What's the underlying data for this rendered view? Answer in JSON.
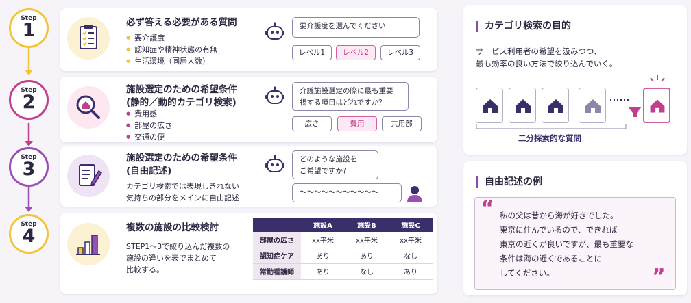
{
  "colors": {
    "step1": "#f3c33b",
    "step2": "#c23e8f",
    "step3": "#9a4fb4",
    "step4": "#f3c33b",
    "accent_pink": "#d45fa0",
    "navy": "#3a2f6a"
  },
  "steps": [
    {
      "label": "Step",
      "num": "1",
      "title": "必ず答える必要がある質問",
      "items": [
        "要介護度",
        "認知症や精神状態の有無",
        "生活環境（同居人数）"
      ],
      "question": "要介護度を選んでください",
      "options": [
        "レベル1",
        "レベル2",
        "レベル3"
      ],
      "icon": "clipboard-checklist-icon"
    },
    {
      "label": "Step",
      "num": "2",
      "title_line1": "施設選定のための希望条件",
      "title_line2": "(静的／動的カテゴリ検索)",
      "items": [
        "費用感",
        "部屋の広さ",
        "交通の便"
      ],
      "question_line1": "介護施設選定の際に最も重要",
      "question_line2": "視する項目はどれですか？",
      "options": [
        "広さ",
        "費用",
        "共用部"
      ],
      "icon": "magnifier-house-icon"
    },
    {
      "label": "Step",
      "num": "3",
      "title_line1": "施設選定のための希望条件",
      "title_line2": "(自由記述)",
      "desc_line1": "カテゴリ検索では表現しきれない",
      "desc_line2": "気持ちの部分をメインに自由記述",
      "question_line1": "どのような施設を",
      "question_line2": "ご希望ですか？",
      "answer": "～～～～～～～～～～～",
      "icon": "document-pen-icon"
    },
    {
      "label": "Step",
      "num": "4",
      "title": "複数の施設の比較検討",
      "desc_line1": "STEP1～3で絞り込んだ複数の",
      "desc_line2": "施設の違いを表でまとめて",
      "desc_line3": "比較する。",
      "icon": "bar-chart-icon",
      "table": {
        "headers": [
          "施設A",
          "施設B",
          "施設C"
        ],
        "rows": [
          {
            "label": "部屋の広さ",
            "cells": [
              "xx平米",
              "xx平米",
              "xx平米"
            ]
          },
          {
            "label": "認知症ケア",
            "cells": [
              "あり",
              "あり",
              "なし"
            ]
          },
          {
            "label": "常勤看護師",
            "cells": [
              "あり",
              "なし",
              "あり"
            ]
          }
        ]
      }
    }
  ],
  "category_panel": {
    "title": "カテゴリ検索の目的",
    "text_line1": "サービス利用者の希望を汲みつつ、",
    "text_line2": "最も効率の良い方法で絞り込んでいく。",
    "caption": "二分探索的な質問"
  },
  "free_panel": {
    "title": "自由記述の例",
    "open_quote": "“",
    "close_quote": "”",
    "lines": [
      "私の父は昔から海が好きでした。",
      "東京に住んでいるので、できれば",
      "東京の近くが良いですが、最も重要な",
      "条件は海の近くであることに",
      "してください。"
    ]
  }
}
